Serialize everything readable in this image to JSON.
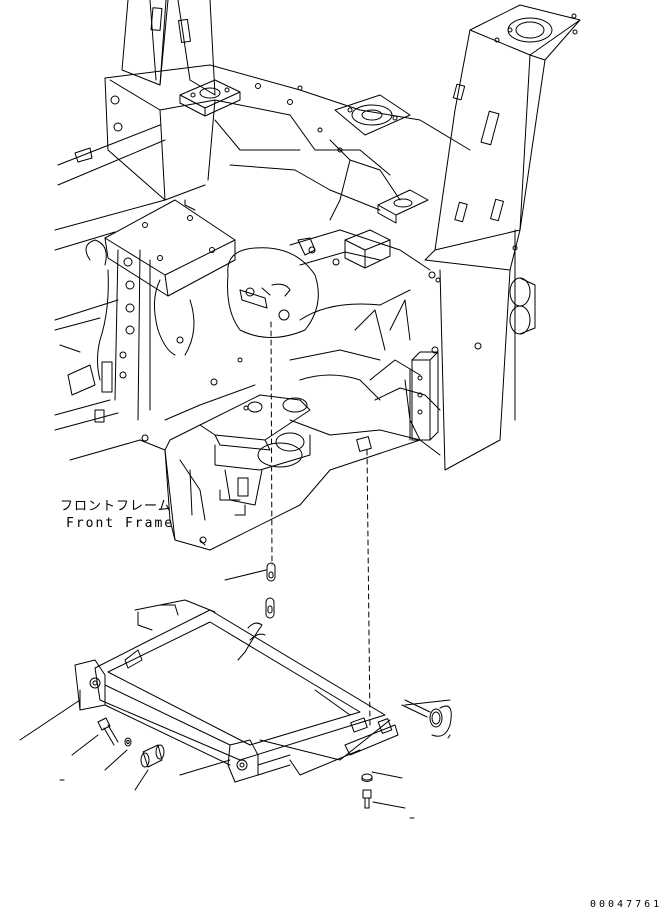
{
  "labels": {
    "frame_name_jp": "フロントフレーム",
    "frame_name_en": "Front Frame",
    "drawing_code": "00047761"
  },
  "colors": {
    "line": "#000000",
    "background": "#ffffff"
  }
}
